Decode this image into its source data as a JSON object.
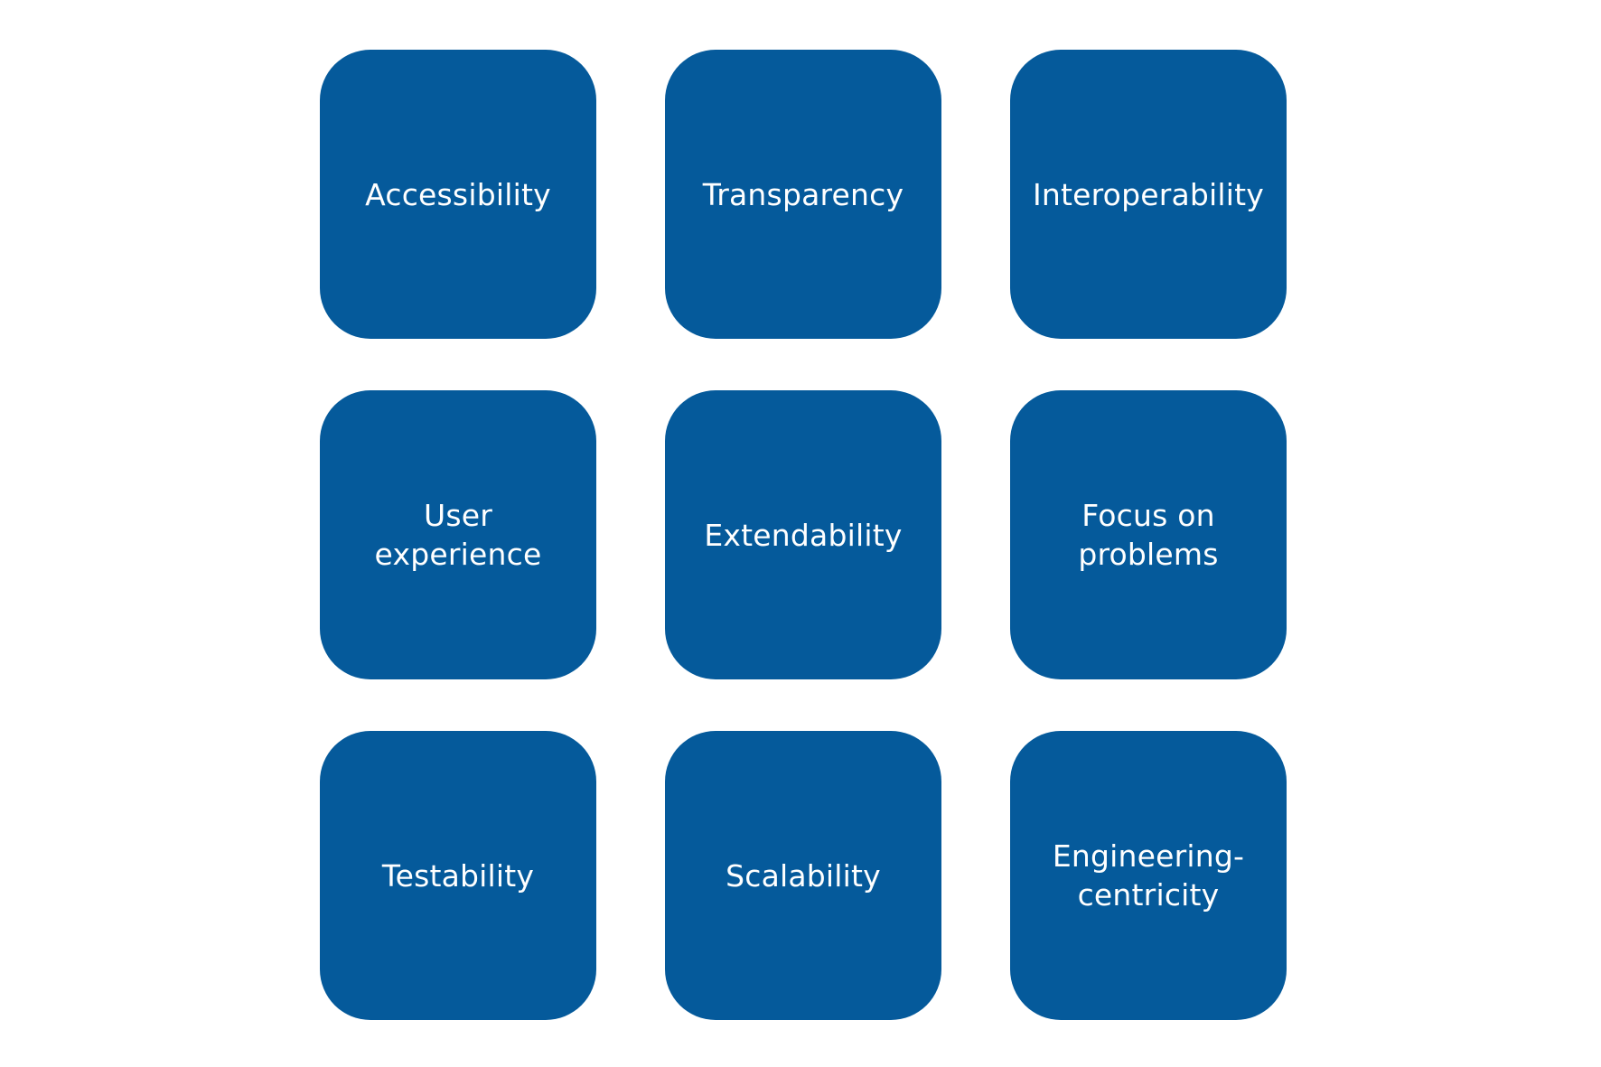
{
  "tiles": [
    {
      "label": "Accessibility"
    },
    {
      "label": "Transparency"
    },
    {
      "label": "Interoperability"
    },
    {
      "label": "User experience"
    },
    {
      "label": "Extendability"
    },
    {
      "label": "Focus on problems"
    },
    {
      "label": "Testability"
    },
    {
      "label": "Scalability"
    },
    {
      "label": "Engineering-centricity"
    }
  ],
  "colors": {
    "tile_fill": "#055a9b",
    "tile_text": "#ffffff",
    "background": "#ffffff"
  }
}
